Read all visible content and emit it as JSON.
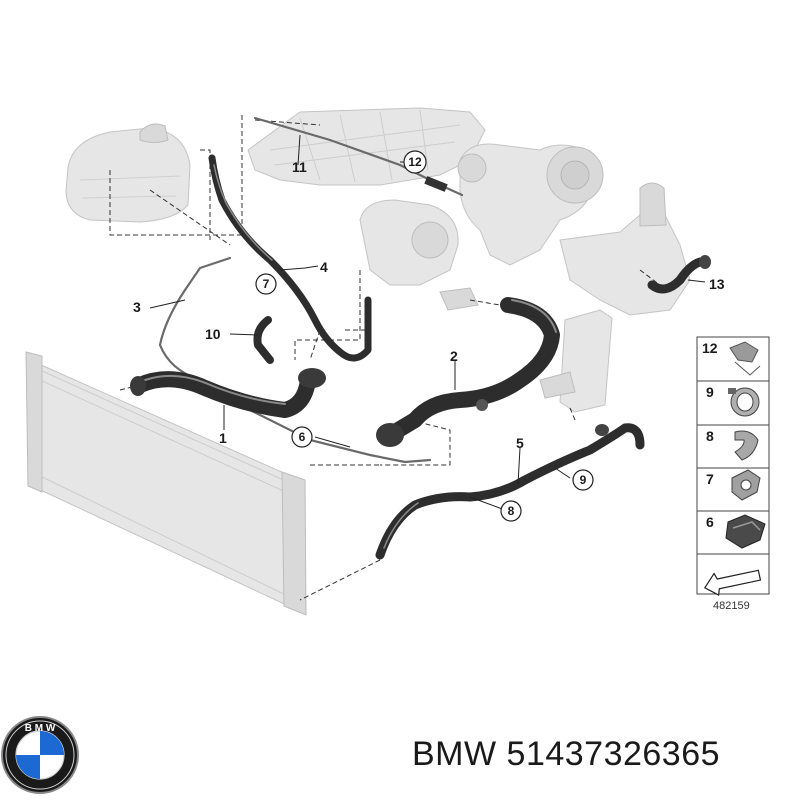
{
  "callouts": {
    "c1": "1",
    "c2": "2",
    "c3": "3",
    "c4": "4",
    "c5": "5",
    "c10": "10",
    "c11": "11",
    "c13": "13"
  },
  "circled_callouts": {
    "c6": "6",
    "c7": "7",
    "c8": "8",
    "c9": "9",
    "c12": "12"
  },
  "legend": {
    "items": [
      {
        "number": "12",
        "icon": "hose-clip-icon"
      },
      {
        "number": "9",
        "icon": "spring-band-clamp-icon"
      },
      {
        "number": "8",
        "icon": "retaining-clip-icon"
      },
      {
        "number": "7",
        "icon": "bracket-clip-icon"
      },
      {
        "number": "6",
        "icon": "holder-clip-icon"
      }
    ],
    "direction_icon": "direction-arrow-icon",
    "reference": "482159"
  },
  "brand": {
    "logo": "bmw-roundel-logo",
    "logo_letters": "BMW",
    "text": "BMW 51437326365"
  },
  "colors": {
    "hose": "#2d2d2d",
    "ghost_parts": "#e6e6e6",
    "logo_blue": "#1c69d4",
    "logo_ring": "#1a1a1a"
  }
}
